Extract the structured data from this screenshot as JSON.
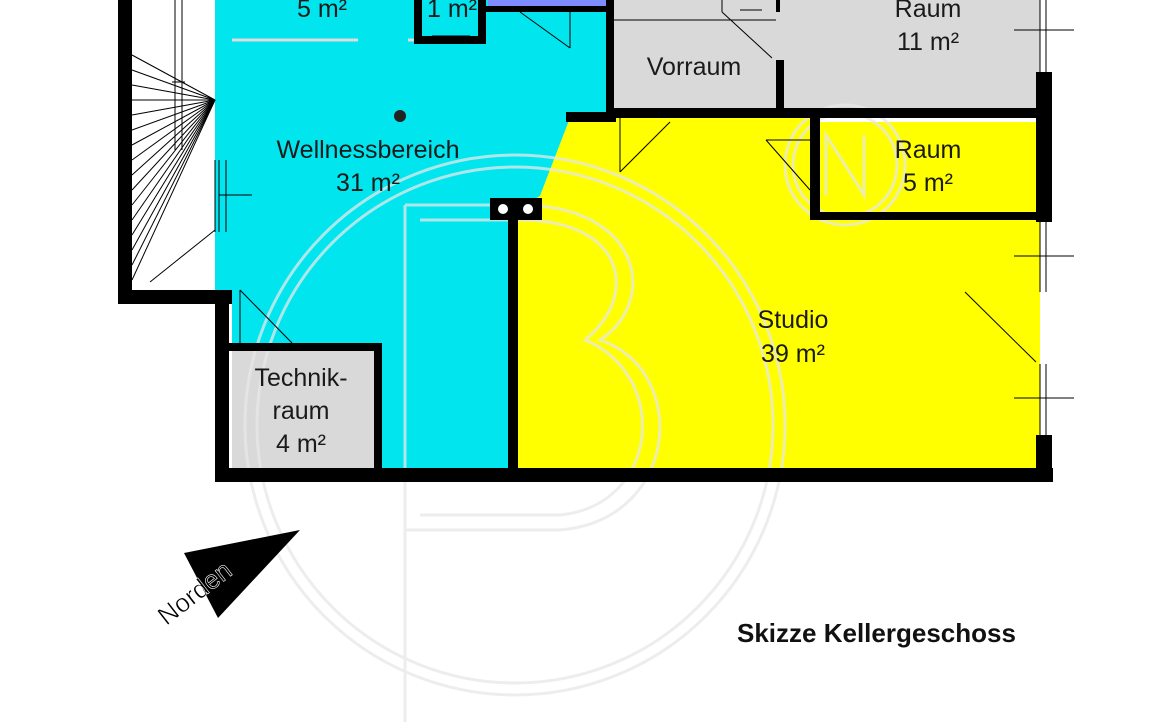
{
  "caption": "Skizze Kellergeschoss",
  "north_label": "Norden",
  "rooms": {
    "top_left": {
      "area": "5 m²"
    },
    "small_top": {
      "area": "1 m²"
    },
    "raum_top": {
      "name": "Raum",
      "area": "11 m²"
    },
    "vorraum": {
      "name": "Vorraum"
    },
    "wellness": {
      "name": "Wellnessbereich",
      "area": "31 m²"
    },
    "raum_small": {
      "name": "Raum",
      "area": "5 m²"
    },
    "studio": {
      "name": "Studio",
      "area": "39 m²"
    },
    "technik": {
      "name_line1": "Technik-",
      "name_line2": "raum",
      "area": "4 m²"
    }
  },
  "colors": {
    "wellness": "#00e5ee",
    "studio": "#ffff00",
    "grey_room": "#d9d9d9",
    "shower": "#7f8cff",
    "wall": "#000000",
    "watermark": "#e8e8e8"
  }
}
